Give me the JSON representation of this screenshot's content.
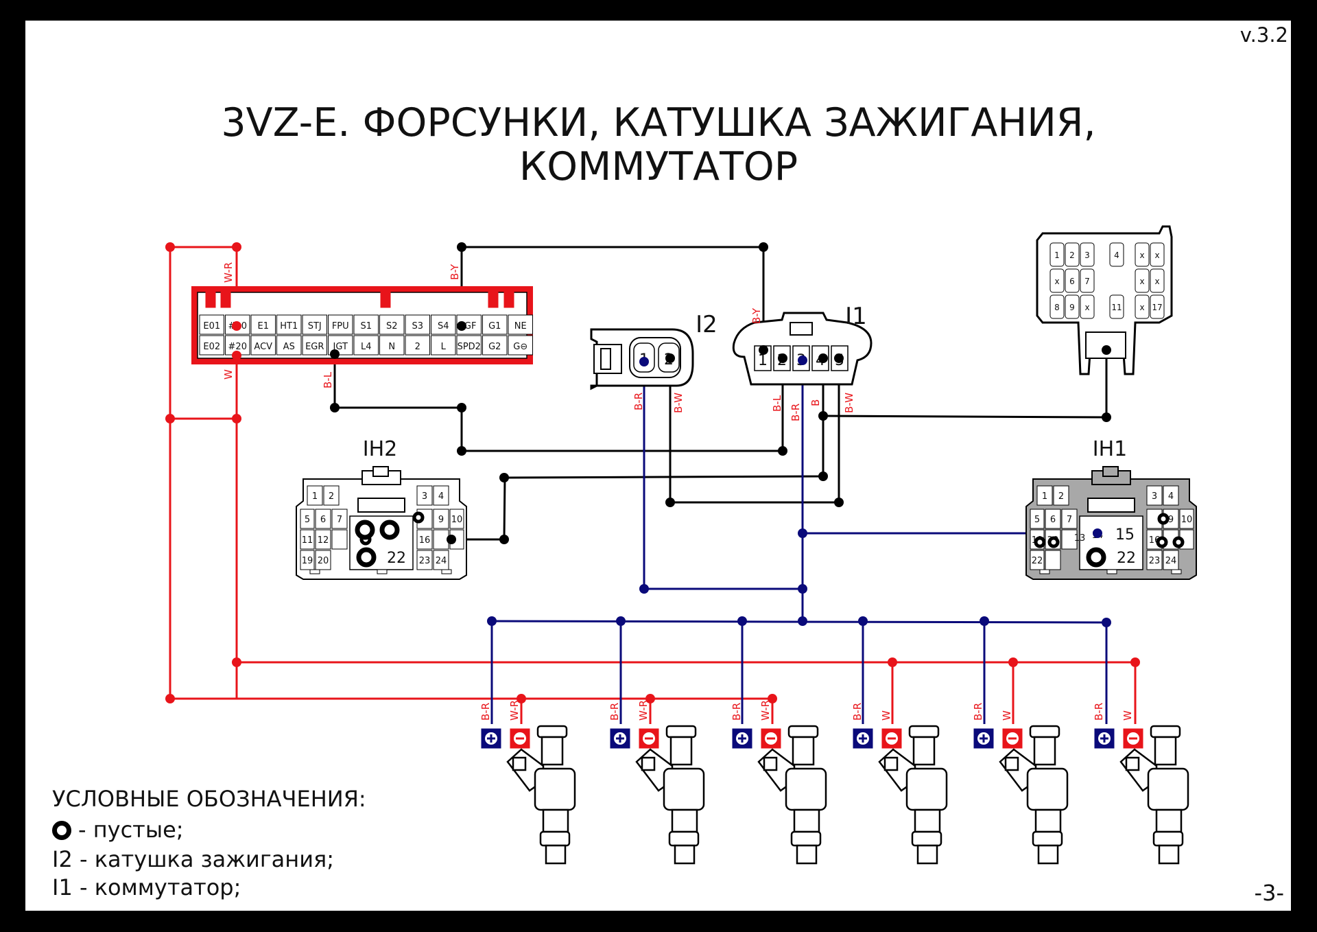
{
  "version": "v.3.2",
  "title": {
    "line1": "3VZ-E. ФОРСУНКИ, КАТУШКА ЗАЖИГАНИЯ,",
    "line2": "КОММУТАТОР"
  },
  "page_number": "-3-",
  "legend": {
    "heading": "УСЛОВНЫЕ ОБОЗНАЧЕНИЯ:",
    "items": [
      "- пустые;",
      "I2 - катушка зажигания;",
      "I1 - коммутатор;"
    ]
  },
  "colors": {
    "wire_red": "#e8141a",
    "wire_black": "#000000",
    "wire_blue": "#0a0a7a",
    "ecu_housing": "#e8141a",
    "ih1_housing": "#a8a8a8",
    "plus_terminal": "#0a0a7a",
    "minus_terminal": "#e8141a"
  },
  "ecu": {
    "top_row": [
      "E01",
      "#10",
      "E1",
      "HT1",
      "STJ",
      "FPU",
      "S1",
      "S2",
      "S3",
      "S4",
      "IGF",
      "G1",
      "NE"
    ],
    "bottom_row": [
      "E02",
      "#20",
      "ACV",
      "AS",
      "EGR",
      "IGT",
      "L4",
      "N",
      "2",
      "L",
      "SPD2",
      "G2",
      "G⊖"
    ]
  },
  "coil": {
    "name": "I2",
    "pins": [
      "1",
      "2"
    ]
  },
  "igniter": {
    "name": "I1",
    "pins": [
      "1",
      "2",
      "3",
      "4",
      "5"
    ]
  },
  "ih2": {
    "name": "IH2",
    "pins": [
      "1",
      "2",
      "3",
      "4",
      "5",
      "6",
      "7",
      "9",
      "10",
      "11",
      "12",
      "16",
      "17",
      "19",
      "20",
      "22",
      "23",
      "24"
    ]
  },
  "ih1": {
    "name": "IH1",
    "pins": [
      "1",
      "2",
      "3",
      "4",
      "5",
      "7",
      "9",
      "10",
      "13",
      "14",
      "15",
      "16",
      "19",
      "20",
      "22",
      "23",
      "24"
    ]
  },
  "top_right_connector": {
    "pins": [
      "1",
      "2",
      "3",
      "4",
      "x",
      "x",
      "x",
      "6",
      "7",
      "x",
      "x",
      "8",
      "9",
      "x",
      "11",
      "x",
      "17"
    ]
  },
  "wire_labels": [
    "W-R",
    "W",
    "B-Y",
    "B-L",
    "B-Y",
    "B-R",
    "B-W",
    "B-L",
    "B-R",
    "B",
    "B-W"
  ],
  "injectors": [
    {
      "plus_wire": "B-R",
      "minus_wire": "W-R"
    },
    {
      "plus_wire": "B-R",
      "minus_wire": "W-R"
    },
    {
      "plus_wire": "B-R",
      "minus_wire": "W-R"
    },
    {
      "plus_wire": "B-R",
      "minus_wire": "W"
    },
    {
      "plus_wire": "B-R",
      "minus_wire": "W"
    },
    {
      "plus_wire": "B-R",
      "minus_wire": "W"
    }
  ]
}
